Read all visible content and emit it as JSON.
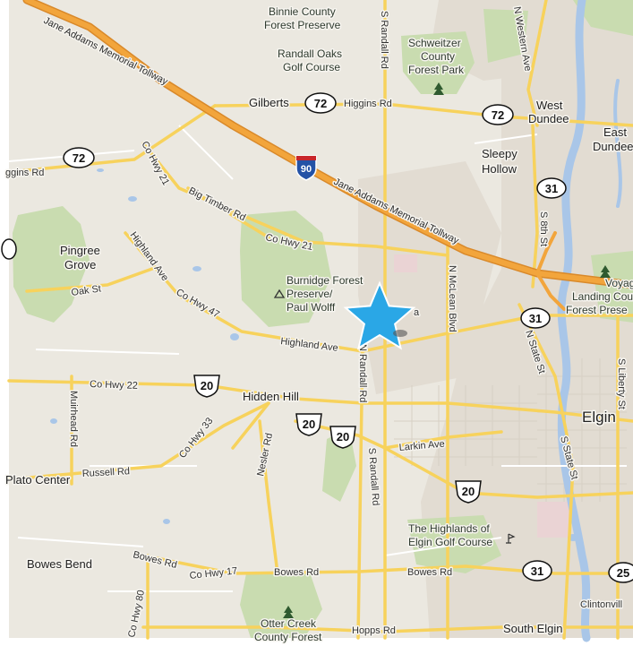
{
  "colors": {
    "land": "#ebe8e0",
    "park": "#c9dcb0",
    "urban": "#e3ddd3",
    "tollway": "#f2a53c",
    "road": "#fbd96b",
    "minor_road": "#ffffff",
    "river": "#a9c6e8",
    "marker": "#2aa7e6"
  },
  "marker": {
    "icon": "star-marker-icon"
  },
  "tollway_labels": [
    "Jane Addams Memorial Tollway",
    "Jane Addams Memorial Tollway"
  ],
  "shields": {
    "interstate": [
      "90"
    ],
    "us": [
      "20",
      "20",
      "20",
      "20"
    ],
    "state": [
      "72",
      "72",
      "72",
      "31",
      "31",
      "31",
      "25"
    ]
  },
  "places": {
    "gilberts": "Gilberts",
    "west_dundee_1": "West",
    "west_dundee_2": "Dundee",
    "east_dundee_1": "East",
    "east_dundee_2": "Dundee",
    "sleepy_hollow_1": "Sleepy",
    "sleepy_hollow_2": "Hollow",
    "pingree_1": "Pingree",
    "pingree_2": "Grove",
    "hidden_hill": "Hidden Hill",
    "elgin": "Elgin",
    "plato_center": "Plato Center",
    "bowes_bend": "Bowes Bend",
    "south_elgin": "South Elgin",
    "clintonville": "Clintonvill"
  },
  "parks": {
    "binnie_1": "Binnie County",
    "binnie_2": "Forest Preserve",
    "randall_oaks_1": "Randall Oaks",
    "randall_oaks_2": "Golf Course",
    "schweitzer_1": "Schweitzer",
    "schweitzer_2": "County",
    "schweitzer_3": "Forest Park",
    "burnidge_1": "Burnidge Forest",
    "burnidge_2": "Preserve/",
    "burnidge_3": "Paul Wolff",
    "voyagers_1": "Voyagers",
    "voyagers_2": "Landing Cou",
    "voyagers_3": "Forest Prese",
    "highlands_1": "The Highlands of",
    "highlands_2": "Elgin Golf Course",
    "otter_1": "Otter Creek",
    "otter_2": "County Forest"
  },
  "roads": {
    "s_randall_rd_top": "S Randall Rd",
    "n_western_ave": "N Western Ave",
    "higgins_rd": "Higgins Rd",
    "higgins_rd_left": "ggins Rd",
    "co_hwy_21_a": "Co Hwy 21",
    "big_timber_rd": "Big Timber Rd",
    "co_hwy_21_b": "Co Hwy 21",
    "highland_ave_a": "Highland Ave",
    "co_hwy_47": "Co Hwy 47",
    "oak_st": "Oak St",
    "highland_ave_b": "Highland Ave",
    "n_randall_rd": "N Randall Rd",
    "n_mclean_blvd": "N McLean Blvd",
    "s_8th_st": "S 8th St",
    "n_state_st": "N State St",
    "co_hwy_22": "Co Hwy 22",
    "muirhead_rd": "Muirhead Rd",
    "co_hwy_33": "Co Hwy 33",
    "nesler_rd": "Nesler Rd",
    "russell_rd": "Russell Rd",
    "larkin_ave": "Larkin Ave",
    "s_randall_rd_bottom": "S Randall Rd",
    "s_state_st": "S State St",
    "s_liberty_st": "S Liberty St",
    "bowes_rd_a": "Bowes Rd",
    "co_hwy_17": "Co Hwy 17",
    "bowes_rd_b": "Bowes Rd",
    "bowes_rd_c": "Bowes Rd",
    "co_hwy_80": "Co Hwy 80",
    "hopps_rd": "Hopps Rd",
    "partial_a": "a"
  }
}
